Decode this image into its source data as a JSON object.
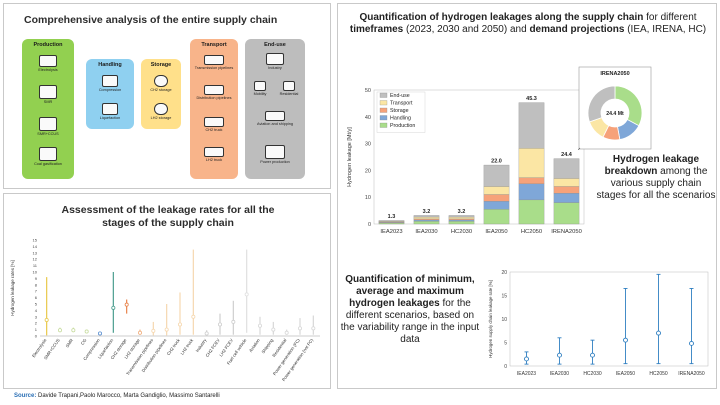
{
  "top_left": {
    "title": "Comprehensive analysis of the entire supply chain",
    "sections": [
      {
        "label": "Production",
        "items": [
          "Electrolysis",
          "SMR",
          "SMR+CCUS",
          "Coal gasification"
        ],
        "bg": "#92d050"
      },
      {
        "label": "Handling",
        "items": [
          "Compression",
          "Liquefaction"
        ],
        "bg": "#8fd0f0"
      },
      {
        "label": "Storage",
        "items": [
          "CH2 storage",
          "LH2 storage"
        ],
        "bg": "#ffe08a"
      },
      {
        "label": "Transport",
        "items": [
          "Transmission pipelines",
          "Distribution pipelines",
          "CH2 truck",
          "LH2 truck"
        ],
        "bg": "#f8b48a"
      },
      {
        "label": "End-use",
        "items": [
          "Industry",
          "Mobility",
          "Residential",
          "Aviation and shipping",
          "Power production"
        ],
        "bg": "#bdbdbd"
      }
    ]
  },
  "bottom_left": {
    "title_line1": "Assessment of the leakage rates for all the",
    "title_line2": "stages of the supply chain",
    "chart_data": {
      "type": "scatter",
      "title": "",
      "ylabel": "Hydrogen leakage rates [%]",
      "ylim": [
        0,
        15
      ],
      "yticks": [
        0,
        1,
        2,
        3,
        4,
        5,
        6,
        7,
        8,
        9,
        10,
        11,
        12,
        13,
        14,
        15
      ],
      "categories": [
        "Electrolysis",
        "SMR+CCUS",
        "SMR",
        "CG",
        "Compression",
        "Liquefaction",
        "CH2 storage",
        "LH2 storage",
        "Transmission pipelines",
        "Distribution pipelines",
        "CH2 truck",
        "LH2 truck",
        "Industry",
        "CH2 FCEV",
        "LH2 FCEV",
        "Fuel cell vehicle",
        "Aviation",
        "Shipping",
        "Residential",
        "Power generation (FC)",
        "Power generation (not FC)"
      ],
      "points": [
        {
          "mid": 2.5,
          "min": 0.1,
          "max": 9.2,
          "color": "#e8c94a"
        },
        {
          "mid": 0.9,
          "min": 0.6,
          "max": 1.3,
          "color": "#c8dca0"
        },
        {
          "mid": 0.9,
          "min": 0.6,
          "max": 1.3,
          "color": "#c8dca0"
        },
        {
          "mid": 0.7,
          "min": 0.5,
          "max": 1.0,
          "color": "#c8dca0"
        },
        {
          "mid": 0.4,
          "min": 0.2,
          "max": 0.7,
          "color": "#5a8fd0"
        },
        {
          "mid": 4.4,
          "min": 0.5,
          "max": 10.0,
          "color": "#4a9e8e"
        },
        {
          "mid": 4.9,
          "min": 3.5,
          "max": 5.7,
          "color": "#e8834a"
        },
        {
          "mid": 0.5,
          "min": 0.2,
          "max": 1.0,
          "color": "#f0b080"
        },
        {
          "mid": 0.8,
          "min": 0.1,
          "max": 2.2,
          "color": "#f6d8b0"
        },
        {
          "mid": 1.0,
          "min": 0.1,
          "max": 5.0,
          "color": "#f6d8b0"
        },
        {
          "mid": 1.8,
          "min": 0.2,
          "max": 6.8,
          "color": "#f6d8b0"
        },
        {
          "mid": 3.0,
          "min": 0.2,
          "max": 13.5,
          "color": "#f6d8b0"
        },
        {
          "mid": 0.4,
          "min": 0.2,
          "max": 0.9,
          "color": "#cfcfcf"
        },
        {
          "mid": 1.8,
          "min": 0.2,
          "max": 3.5,
          "color": "#cfcfcf"
        },
        {
          "mid": 2.2,
          "min": 0.2,
          "max": 5.5,
          "color": "#cfcfcf"
        },
        {
          "mid": 6.5,
          "min": 0.5,
          "max": 13.5,
          "color": "#e0e0e0"
        },
        {
          "mid": 1.6,
          "min": 0.2,
          "max": 3.0,
          "color": "#d8d8d8"
        },
        {
          "mid": 1.0,
          "min": 0.2,
          "max": 2.2,
          "color": "#d8d8d8"
        },
        {
          "mid": 0.5,
          "min": 0.2,
          "max": 1.0,
          "color": "#d8d8d8"
        },
        {
          "mid": 1.2,
          "min": 0.2,
          "max": 2.8,
          "color": "#d8d8d8"
        },
        {
          "mid": 1.2,
          "min": 0.2,
          "max": 3.2,
          "color": "#d8d8d8"
        }
      ]
    }
  },
  "right": {
    "title_bold": "Quantification of hydrogen leakages along the supply chain",
    "title_rest1": " for different ",
    "title_bold2": "timeframes",
    "title_rest2": " (2023, 2030 and 2050) and ",
    "title_bold3": "demand projections",
    "title_rest3": " (IEA, IRENA, HC)",
    "breakdown_bold1": "Hydrogen leakage",
    "breakdown_bold2": "breakdown",
    "breakdown_rest": " among the various supply chain stages for all the scenarios",
    "minmax_bold": "Quantification of minimum, average and maximum hydrogen leakages",
    "minmax_rest": " for the different scenarios, based on the variability range in the input data",
    "pie_title": "IRENA2050",
    "pie_center": "24.4 Mt",
    "bar_chart": {
      "type": "bar",
      "ylabel": "Hydrogen leakage [Mt/y]",
      "ylim": [
        0,
        50
      ],
      "yticks": [
        0,
        10,
        20,
        30,
        40,
        50
      ],
      "categories": [
        "IEA2023",
        "IEA2030",
        "HC2030",
        "IEA2050",
        "HC2050",
        "IRENA2050"
      ],
      "totals_labels": [
        "1.3",
        "3.2",
        "3.2",
        "22.0",
        "45.3",
        "24.4"
      ],
      "series": [
        {
          "name": "Production",
          "color": "#a9dd8a",
          "values": [
            0.4,
            1.0,
            1.0,
            5.5,
            9.0,
            8.0
          ]
        },
        {
          "name": "Handling",
          "color": "#7fa7d8",
          "values": [
            0.2,
            0.5,
            0.5,
            3.0,
            6.0,
            3.5
          ]
        },
        {
          "name": "Storage",
          "color": "#f6a27a",
          "values": [
            0.2,
            0.4,
            0.4,
            2.5,
            2.3,
            2.5
          ]
        },
        {
          "name": "Transport",
          "color": "#fbe6a4",
          "values": [
            0.3,
            0.7,
            0.7,
            3.0,
            11.0,
            3.0
          ]
        },
        {
          "name": "End-use",
          "color": "#bfbfbf",
          "values": [
            0.2,
            0.6,
            0.6,
            8.0,
            17.0,
            7.4
          ]
        }
      ]
    },
    "range_chart": {
      "type": "scatter",
      "ylabel": "Hydrogen supply chain leakage rate [%]",
      "ylim": [
        0,
        20
      ],
      "yticks": [
        0,
        5,
        10,
        15,
        20
      ],
      "categories": [
        "IEA2023",
        "IEA2030",
        "HC2030",
        "IEA2050",
        "HC2050",
        "IRENA2050"
      ],
      "points": [
        {
          "min": 0.4,
          "avg": 1.5,
          "max": 3.0
        },
        {
          "min": 0.4,
          "avg": 2.3,
          "max": 6.0
        },
        {
          "min": 0.4,
          "avg": 2.3,
          "max": 5.5
        },
        {
          "min": 0.5,
          "avg": 5.5,
          "max": 16.5
        },
        {
          "min": 0.5,
          "avg": 7.0,
          "max": 19.5
        },
        {
          "min": 0.5,
          "avg": 4.8,
          "max": 16.5
        }
      ],
      "color": "#2f7fc1"
    }
  },
  "source": {
    "label": "Source:",
    "text": " Davide Trapani,Paolo Marocco, Marta Gandiglio, Massimo Santarelli"
  }
}
